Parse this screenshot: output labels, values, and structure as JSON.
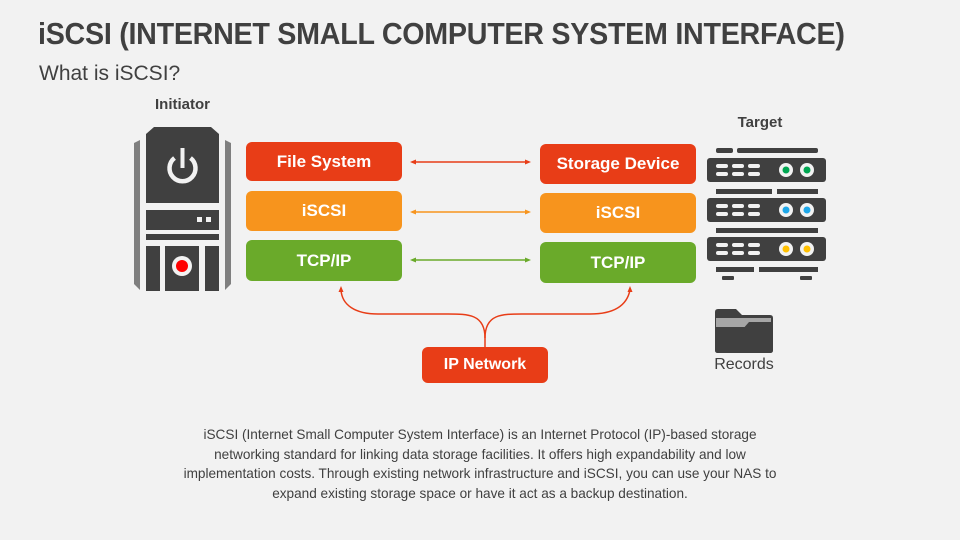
{
  "header": {
    "title": "iSCSI (INTERNET SMALL COMPUTER SYSTEM INTERFACE)",
    "subtitle": "What is iSCSI?"
  },
  "diagram": {
    "initiator": {
      "label": "Initiator",
      "icon": "computer-tower-icon"
    },
    "target": {
      "label": "Target",
      "icon": "server-rack-icon",
      "indicator_colors": [
        "#00a651",
        "#1ea7e8",
        "#ffc000"
      ]
    },
    "records": {
      "label": "Records",
      "icon": "folder-icon"
    },
    "initiator_stack": [
      {
        "label": "File System",
        "color": "#e83d17"
      },
      {
        "label": "iSCSI",
        "color": "#f7941d"
      },
      {
        "label": "TCP/IP",
        "color": "#6aaa2a"
      }
    ],
    "target_stack": [
      {
        "label": "Storage Device",
        "color": "#e83d17"
      },
      {
        "label": "iSCSI",
        "color": "#f7941d"
      },
      {
        "label": "TCP/IP",
        "color": "#6aaa2a"
      }
    ],
    "network": {
      "label": "IP Network",
      "color": "#e83d17"
    }
  },
  "description": "iSCSI (Internet Small Computer System Interface) is an Internet Protocol (IP)-based storage networking standard for linking data storage facilities. It offers high expandability and low implementation costs. Through existing network infrastructure and iSCSI, you can use your NAS to expand existing storage space or have it act as a backup destination."
}
